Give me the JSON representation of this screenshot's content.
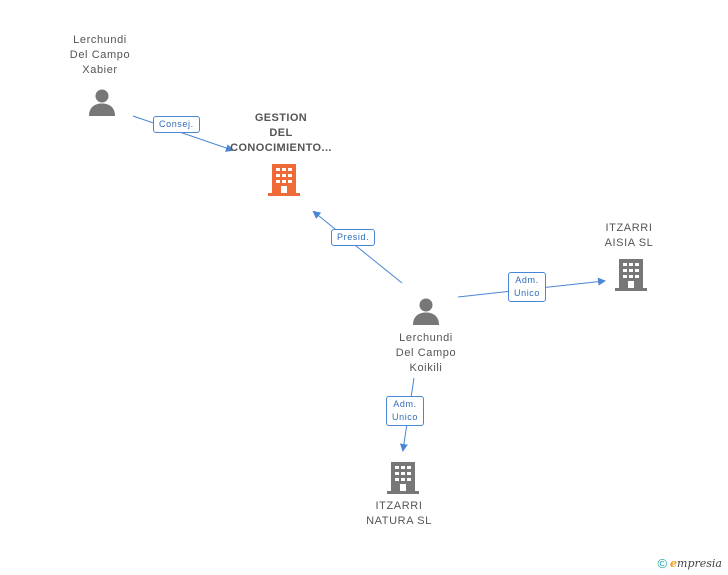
{
  "nodes": {
    "xabier": {
      "lines": [
        "Lerchundi",
        "Del Campo",
        "Xabier"
      ],
      "icon": "person-icon"
    },
    "gestion": {
      "lines": [
        "GESTION",
        "DEL",
        "CONOCIMIENTO..."
      ],
      "icon": "building-icon"
    },
    "koikili": {
      "lines": [
        "Lerchundi",
        "Del Campo",
        "Koikili"
      ],
      "icon": "person-icon"
    },
    "aisia": {
      "lines": [
        "ITZARRI",
        "AISIA SL"
      ],
      "icon": "building-icon"
    },
    "natura": {
      "lines": [
        "ITZARRI",
        "NATURA SL"
      ],
      "icon": "building-icon"
    }
  },
  "edges": {
    "consej": {
      "lines": [
        "Consej."
      ]
    },
    "presid": {
      "lines": [
        "Presid."
      ]
    },
    "adm_aisia": {
      "lines": [
        "Adm.",
        "Unico"
      ]
    },
    "adm_natura": {
      "lines": [
        "Adm.",
        "Unico"
      ]
    }
  },
  "colors": {
    "main_building": "#f06a38",
    "building": "#777777",
    "person": "#777777",
    "edge": "#4a86d4"
  },
  "footer": {
    "copyright": "©",
    "brand_initial": "e",
    "brand_rest": "mpresia"
  }
}
